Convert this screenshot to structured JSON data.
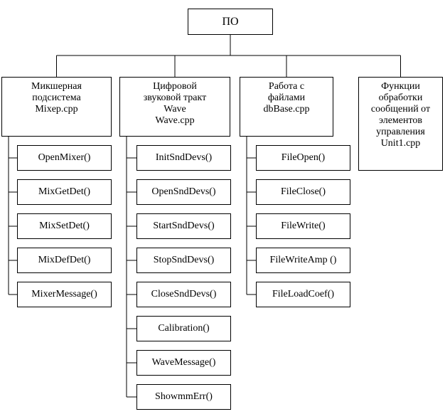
{
  "root": {
    "label": "ПО"
  },
  "modules": [
    {
      "title_lines": [
        "Микшерная",
        "подсистема",
        "Mixep.cpp"
      ],
      "functions": [
        "OpenMixer()",
        "MixGetDet()",
        "MixSetDet()",
        "MixDefDet()",
        "MixerMessage()"
      ]
    },
    {
      "title_lines": [
        "Цифровой",
        "звуковой тракт",
        "Wave",
        "Wave.cpp"
      ],
      "functions": [
        "InitSndDevs()",
        "OpenSndDevs()",
        "StartSndDevs()",
        "StopSndDevs()",
        "CloseSndDevs()",
        "Calibration()",
        "WaveMessage()",
        "ShowmmErr()"
      ]
    },
    {
      "title_lines": [
        "Работа с",
        "файлами",
        "dbBase.cpp"
      ],
      "functions": [
        "FileOpen()",
        "FileClose()",
        "FileWrite()",
        "FileWriteAmp ()",
        "FileLoadCoef()"
      ]
    },
    {
      "title_lines": [
        "Функции",
        "обработки",
        "сообщений от",
        "элементов",
        "управления",
        "Unit1.cpp"
      ],
      "functions": []
    }
  ]
}
